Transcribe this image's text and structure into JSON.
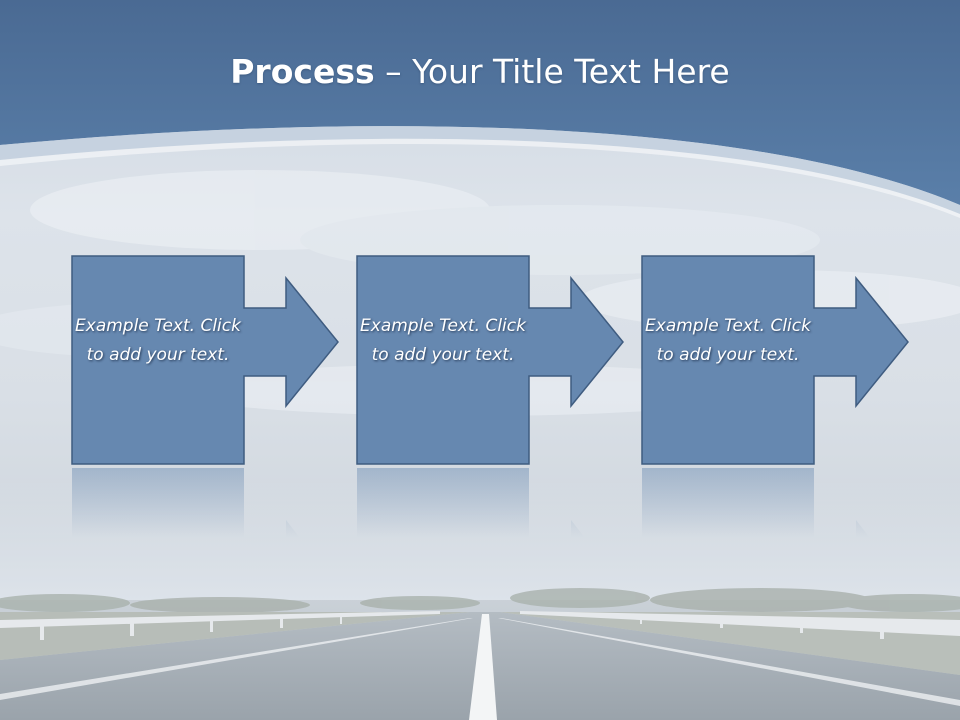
{
  "title": {
    "bold": "Process",
    "dash": " – ",
    "rest": "Your Title Text Here"
  },
  "steps": [
    {
      "text": "Example Text. Click  to add your text."
    },
    {
      "text": "Example Text. Click  to add your text."
    },
    {
      "text": "Example Text. Click  to add your text."
    }
  ],
  "colors": {
    "header_blue": "#4f719b",
    "shape_fill": "#6688b0",
    "shape_stroke": "#3f5c80",
    "title_text": "#ffffff"
  },
  "icons": [
    "arrow-right-icon"
  ]
}
